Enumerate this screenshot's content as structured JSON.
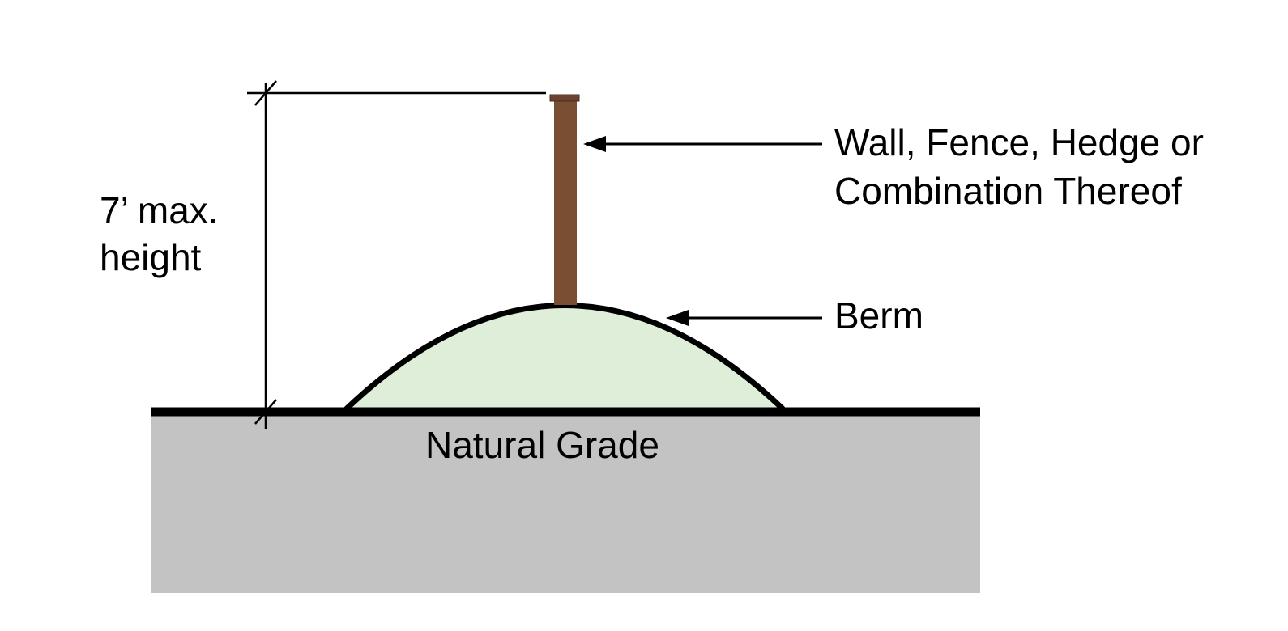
{
  "labels": {
    "height_line1": "7’ max.",
    "height_line2": "height",
    "wall_line1": "Wall, Fence, Hedge or",
    "wall_line2": "Combination Thereof",
    "berm": "Berm",
    "grade": "Natural Grade"
  },
  "colors": {
    "ground": "#c3c3c3",
    "berm_fill": "#dfeed8",
    "wall": "#7a4e33",
    "wall_cap": "#6b4330",
    "line": "#000000"
  }
}
